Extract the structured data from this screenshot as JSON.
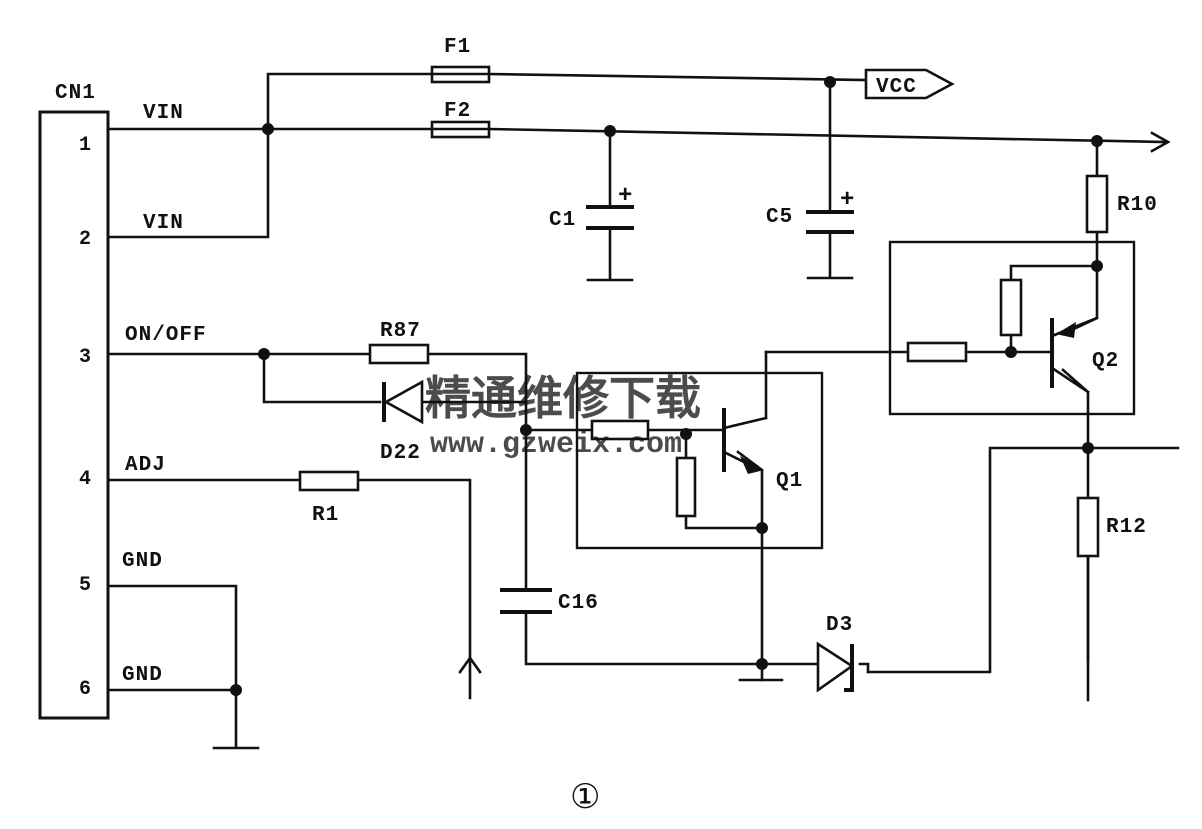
{
  "connector": {
    "name": "CN1",
    "pins": [
      {
        "num": "1",
        "label": "VIN"
      },
      {
        "num": "2",
        "label": "VIN"
      },
      {
        "num": "3",
        "label": "ON/OFF"
      },
      {
        "num": "4",
        "label": "ADJ"
      },
      {
        "num": "5",
        "label": "GND"
      },
      {
        "num": "6",
        "label": "GND"
      }
    ]
  },
  "components": {
    "f1": "F1",
    "f2": "F2",
    "vcc": "VCC",
    "c1": "C1",
    "c5": "C5",
    "c16": "C16",
    "r10": "R10",
    "r12": "R12",
    "r87": "R87",
    "r1": "R1",
    "d22": "D22",
    "d3": "D3",
    "q1": "Q1",
    "q2": "Q2"
  },
  "figure_number": "①",
  "watermark": {
    "text": "精通维修下载",
    "url": "www.gzweix.com"
  }
}
